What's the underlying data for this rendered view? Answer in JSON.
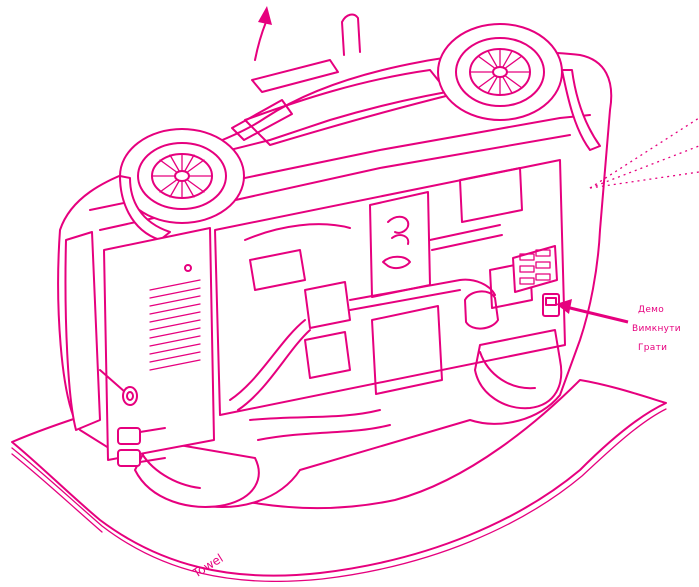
{
  "callout": {
    "line1": "Демо",
    "line2": "Вимкнути",
    "line3": "Грати"
  },
  "towel_label": "Towel",
  "colors": {
    "line": "#e6007e",
    "background": "#ffffff"
  }
}
